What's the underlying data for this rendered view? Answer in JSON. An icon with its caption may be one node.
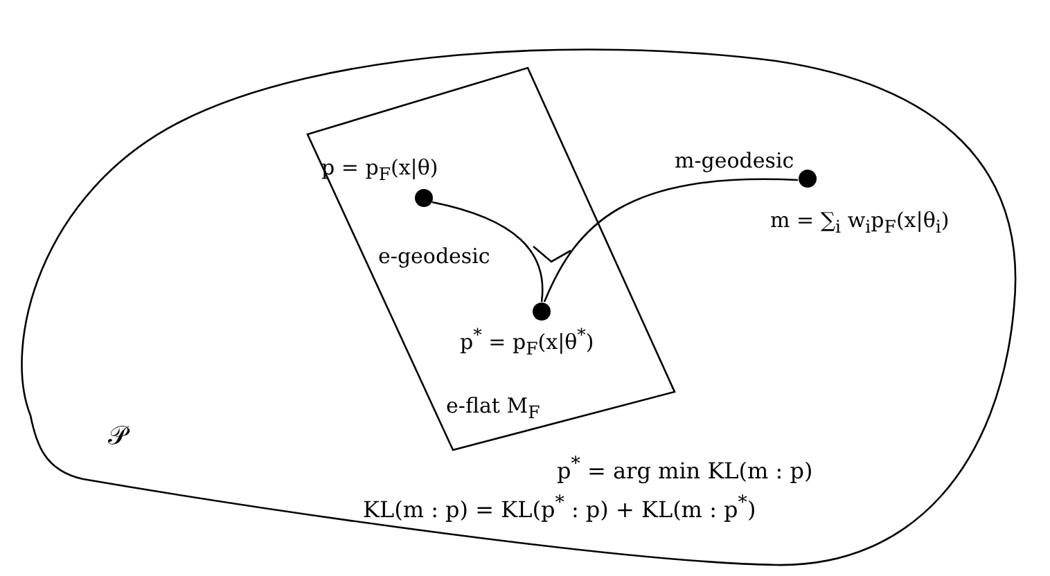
{
  "diagram": {
    "nodes": [
      {
        "text": [
          "𝒫"
        ]
      },
      {
        "text": [
          "e-flat M$_{F}$"
        ],
        "in": 0
      },
      {
        "text": [],
        "shape": "circle",
        "in": 1,
        "beside": [
          "p = p$_{F}$(x|θ)"
        ]
      },
      {
        "text": [],
        "shape": "circle",
        "in": 1,
        "beside": [
          "p$^{*}$ = p$_{F}$(x|θ$^{*}$)"
        ]
      },
      {
        "text": [],
        "shape": "circle",
        "in": 0,
        "beside": [
          "m = ∑$_{i}$ w$_{i}$p$_{F}$(x|θ$_{i}$)"
        ]
      }
    ],
    "edges": [
      {
        "from": 2,
        "to": 3,
        "arrow": "none",
        "label": "e-geodesic"
      },
      {
        "from": 4,
        "to": 3,
        "arrow": "none",
        "label": "m-geodesic"
      }
    ],
    "labels": [
      "p$^{*}$ = arg min KL(m : p)",
      "KL(m : p) = KL(p$^{*}$ : p) + KL(m : p$^{*}$)"
    ]
  }
}
